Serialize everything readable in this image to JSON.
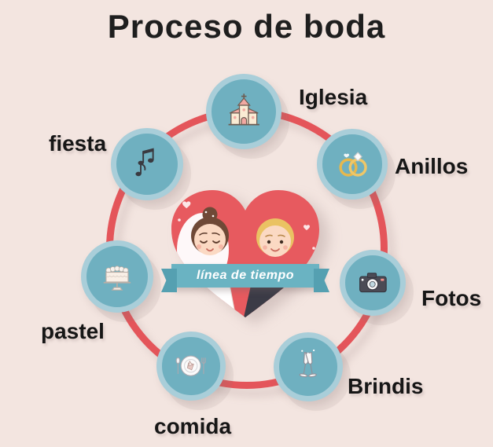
{
  "title": "Proceso de boda",
  "center": {
    "banner": "línea de tiempo"
  },
  "steps": [
    {
      "label": "Iglesia",
      "icon": "church-icon"
    },
    {
      "label": "Anillos",
      "icon": "rings-icon"
    },
    {
      "label": "Fotos",
      "icon": "camera-icon"
    },
    {
      "label": "Brindis",
      "icon": "champagne-toast-icon"
    },
    {
      "label": "comida",
      "icon": "dinner-plate-icon"
    },
    {
      "label": "pastel",
      "icon": "wedding-cake-icon"
    },
    {
      "label": "fiesta",
      "icon": "music-notes-icon"
    }
  ],
  "colors": {
    "background": "#f3e5e0",
    "timeline_ring": "#e4555a",
    "node_fill": "#6fb0c0",
    "node_border": "#a9ced9",
    "heart": "#e75a5f",
    "banner": "#6ab3c2",
    "text": "#1b1b1b"
  }
}
